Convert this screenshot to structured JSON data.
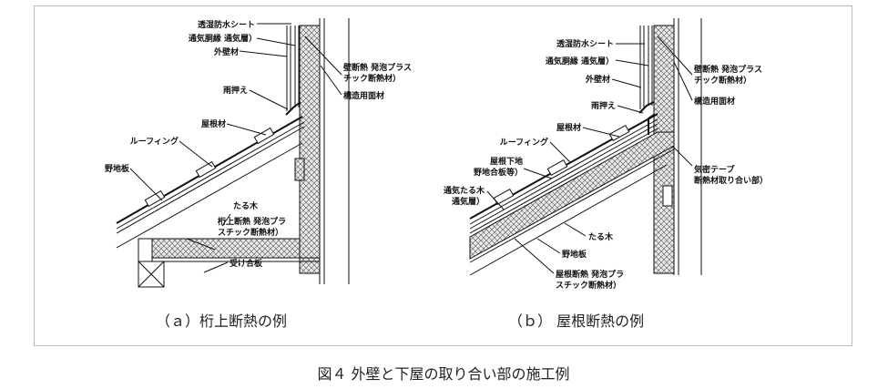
{
  "figure": {
    "caption": "図４ 外壁と下屋の取り合い部の施工例"
  },
  "diagram_a": {
    "subcaption": "（ａ）桁上断熱の例",
    "labels": {
      "moisture_sheet": "透湿防水シート",
      "furring": "通気胴縁 通気層）",
      "siding": "外壁材",
      "flashing": "雨押え",
      "roofing": "屋根材",
      "underlay": "ルーフィング",
      "sheathing": "野地板",
      "rafter": "たる木",
      "girder_ins_1": "桁上断熱 発泡プラ",
      "girder_ins_2": "スチック断熱材）",
      "base_plywood": "受け合板",
      "wall_ins_1": "壁断熱 発泡プラス",
      "wall_ins_2": "チック断熱材）",
      "structural_board": "構造用面材"
    }
  },
  "diagram_b": {
    "subcaption": "（ｂ） 屋根断熱の例",
    "labels": {
      "moisture_sheet": "透湿防水シート",
      "furring": "通気胴縁 通気層）",
      "siding": "外壁材",
      "flashing": "雨押え",
      "roofing": "屋根材",
      "underlay": "ルーフィング",
      "roof_base_1": "屋根下地",
      "roof_base_2": "野地合板等）",
      "vent_rafter_1": "通気たる木",
      "vent_rafter_2": "通気層）",
      "rafter": "たる木",
      "sheathing": "野地板",
      "roof_ins_1": "屋根断熱 発泡プラ",
      "roof_ins_2": "スチック断熱材）",
      "wall_ins_1": "壁断熱 発泡プラス",
      "wall_ins_2": "チック断熱材）",
      "structural_board": "構造用面材",
      "airtight_tape_1": "気密テープ",
      "airtight_tape_2": "断熱材取り合い部）"
    }
  }
}
